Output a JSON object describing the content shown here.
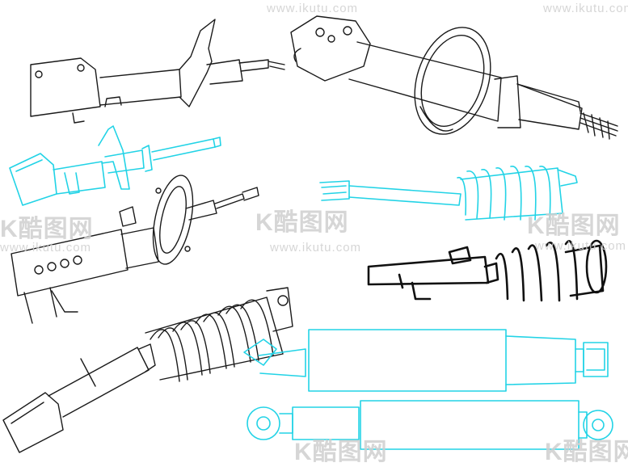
{
  "watermark": {
    "brand": "K酷图网",
    "url": "www.ikutu.com"
  },
  "colors": {
    "background": "#ffffff",
    "ink": "#1a1a1a",
    "cyan": "#22d3e6",
    "watermark": "#cfcfcf"
  },
  "illustrations": [
    "strut-top-left-outline",
    "strut-top-right-with-spring-seat",
    "strut-cyan-small",
    "strut-with-mount-plate",
    "coilover-cyan",
    "coilover-black-bold",
    "coilover-large-spring",
    "shock-absorber-cyan-top",
    "shock-absorber-cyan-bottom"
  ]
}
